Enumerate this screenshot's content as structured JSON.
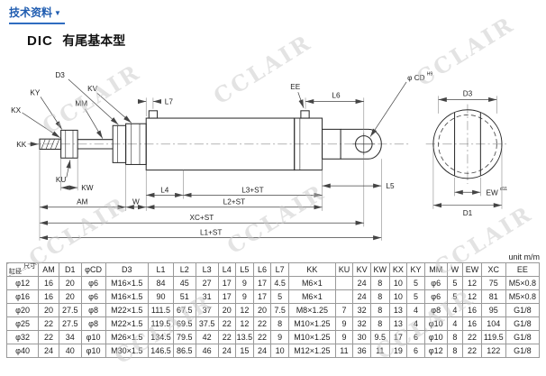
{
  "page": {
    "breadcrumb": {
      "label": "技术资料",
      "caret": "▼"
    },
    "title": {
      "code": "DIC",
      "name": "有尾基本型"
    },
    "watermark": "CCLAIR",
    "unit_note": "unit m/m"
  },
  "drawing": {
    "labels": {
      "d3": "D3",
      "kv": "KV",
      "l7": "L7",
      "ee": "EE",
      "l6": "L6",
      "cd": "φ CD",
      "cd_sup": "H9",
      "ky": "KY",
      "kx": "KX",
      "mm": "MM",
      "kk": "KK",
      "ku": "KU",
      "kw": "KW",
      "am": "AM",
      "w": "W",
      "l4": "L4",
      "l3st": "L3+ST",
      "l2st": "L2+ST",
      "xcst": "XC+ST",
      "l1st": "L1+ST",
      "l5": "L5",
      "ew": "EW",
      "ew_sup": "d11",
      "d1": "D1"
    }
  },
  "table": {
    "corner": {
      "top": "尺寸",
      "bottom": "缸径"
    },
    "columns": [
      "AM",
      "D1",
      "φCD",
      "D3",
      "L1",
      "L2",
      "L3",
      "L4",
      "L5",
      "L6",
      "L7",
      "KK",
      "KU",
      "KV",
      "KW",
      "KX",
      "KY",
      "MM",
      "W",
      "EW",
      "XC",
      "EE"
    ],
    "rows": [
      {
        "bore": "φ12",
        "values": [
          "16",
          "20",
          "φ6",
          "M16×1.5",
          "84",
          "45",
          "27",
          "17",
          "9",
          "17",
          "4.5",
          "M6×1",
          "",
          "24",
          "8",
          "10",
          "5",
          "φ6",
          "5",
          "12",
          "75",
          "M5×0.8"
        ]
      },
      {
        "bore": "φ16",
        "values": [
          "16",
          "20",
          "φ6",
          "M16×1.5",
          "90",
          "51",
          "31",
          "17",
          "9",
          "17",
          "5",
          "M6×1",
          "",
          "24",
          "8",
          "10",
          "5",
          "φ6",
          "5",
          "12",
          "81",
          "M5×0.8"
        ]
      },
      {
        "bore": "φ20",
        "values": [
          "20",
          "27.5",
          "φ8",
          "M22×1.5",
          "111.5",
          "67.5",
          "37",
          "20",
          "12",
          "20",
          "7.5",
          "M8×1.25",
          "7",
          "32",
          "8",
          "13",
          "4",
          "φ8",
          "4",
          "16",
          "95",
          "G1/8"
        ]
      },
      {
        "bore": "φ25",
        "values": [
          "22",
          "27.5",
          "φ8",
          "M22×1.5",
          "119.5",
          "69.5",
          "37.5",
          "22",
          "12",
          "22",
          "8",
          "M10×1.25",
          "9",
          "32",
          "8",
          "13",
          "4",
          "φ10",
          "4",
          "16",
          "104",
          "G1/8"
        ]
      },
      {
        "bore": "φ32",
        "values": [
          "22",
          "34",
          "φ10",
          "M26×1.5",
          "134.5",
          "79.5",
          "42",
          "22",
          "13.5",
          "22",
          "9",
          "M10×1.25",
          "9",
          "30",
          "9.5",
          "17",
          "6",
          "φ10",
          "8",
          "22",
          "119.5",
          "G1/8"
        ]
      },
      {
        "bore": "φ40",
        "values": [
          "24",
          "40",
          "φ10",
          "M30×1.5",
          "146.5",
          "86.5",
          "46",
          "24",
          "15",
          "24",
          "10",
          "M12×1.25",
          "11",
          "36",
          "11",
          "19",
          "6",
          "φ12",
          "8",
          "22",
          "122",
          "G1/8"
        ]
      }
    ]
  }
}
